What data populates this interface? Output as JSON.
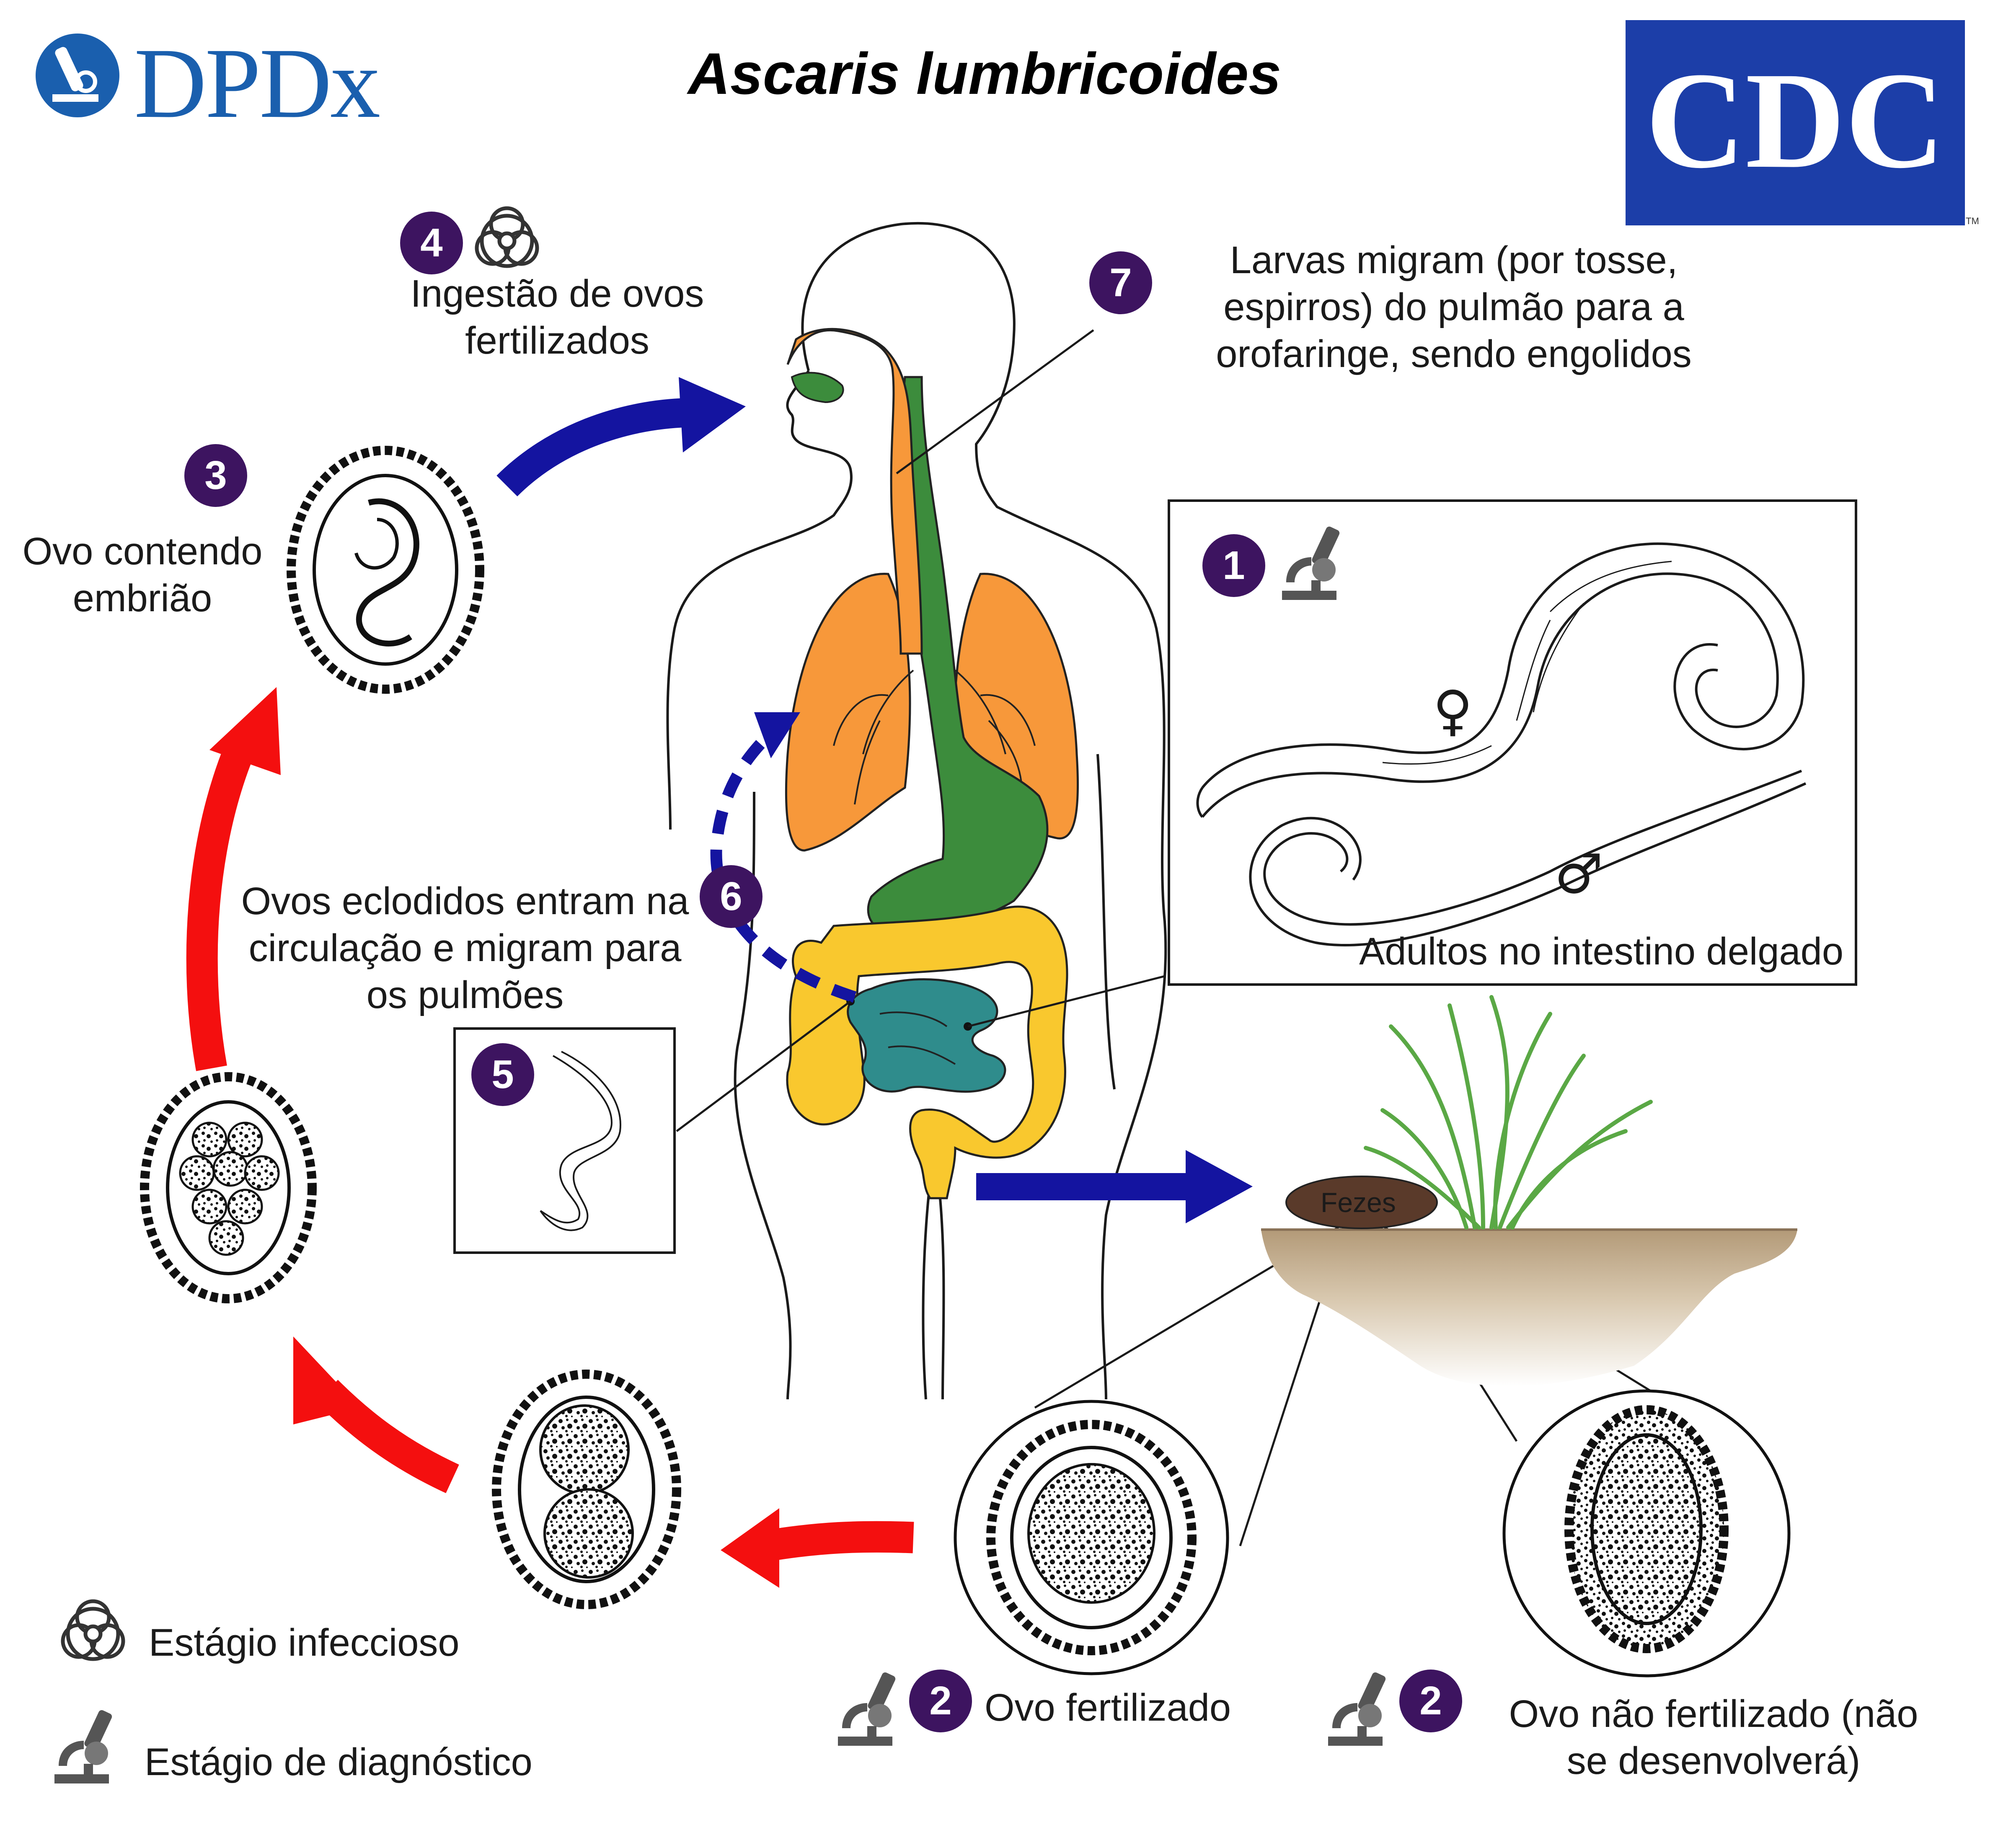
{
  "header": {
    "logo_left": "DPDx",
    "title": "Ascaris lumbricoides",
    "logo_right": "CDC"
  },
  "steps": {
    "s1": {
      "number": "1",
      "label": "Adultos no intestino delgado",
      "female_symbol": "♀",
      "male_symbol": "♂"
    },
    "s2a": {
      "number": "2",
      "label": "Ovo fertilizado"
    },
    "s2b": {
      "number": "2",
      "label_line1": "Ovo não fertilizado (não",
      "label_line2": "se desenvolverá)"
    },
    "s3": {
      "number": "3",
      "label_line1": "Ovo contendo",
      "label_line2": "embrião"
    },
    "s4": {
      "number": "4",
      "label_line1": "Ingestão de ovos",
      "label_line2": "fertilizados"
    },
    "s5": {
      "number": "5"
    },
    "s6": {
      "number": "6",
      "label_line1": "Ovos eclodidos entram na",
      "label_line2": "circulação e migram para",
      "label_line3": "os pulmões"
    },
    "s7": {
      "number": "7",
      "label_line1": "Larvas migram (por tosse,",
      "label_line2": "espirros) do pulmão para a",
      "label_line3": "orofaringe, sendo engolidos"
    }
  },
  "soil": {
    "feces_label": "Fezes"
  },
  "legend": {
    "infective": "Estágio infeccioso",
    "diagnostic": "Estágio de diagnóstico"
  },
  "icons": {
    "infective_icon": "biohazard-icon",
    "diagnostic_icon": "microscope-icon"
  },
  "colors": {
    "badge": "#3d1460",
    "arrow_blue": "#1414a0",
    "arrow_red": "#f40f0f",
    "lungs": "#f7983a",
    "digestive_green": "#3c8c3c",
    "large_intestine": "#f9c82e",
    "small_intestine": "#2f8c8c",
    "feces": "#5a3a2a",
    "cdc_blue": "#1c3ea8",
    "dpdx_blue": "#1a5fae"
  }
}
